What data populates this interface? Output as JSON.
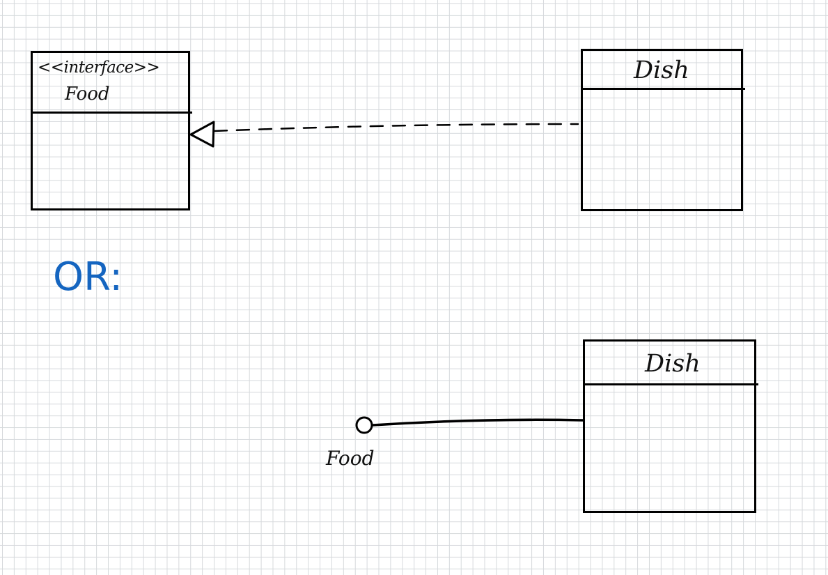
{
  "diagram_top": {
    "interface_box": {
      "stereotype": "<<interface>>",
      "name": "Food"
    },
    "class_box": {
      "name": "Dish"
    },
    "relation": "realization"
  },
  "separator": {
    "label": "OR:",
    "color": "#1565c0"
  },
  "diagram_bottom": {
    "lollipop": {
      "name": "Food"
    },
    "class_box": {
      "name": "Dish"
    }
  },
  "colors": {
    "ink": "#000000",
    "grid": "#d6d9dc"
  }
}
